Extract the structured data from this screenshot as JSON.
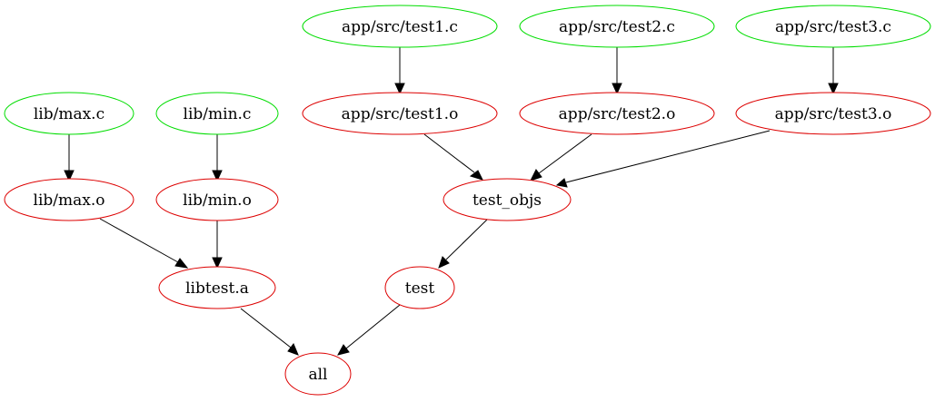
{
  "graph": {
    "colors": {
      "source": "#00dd00",
      "target": "#dd0000",
      "edge": "#000000"
    },
    "nodes": [
      {
        "id": "app_src_test1_c",
        "label": "app/src/test1.c",
        "kind": "source"
      },
      {
        "id": "app_src_test2_c",
        "label": "app/src/test2.c",
        "kind": "source"
      },
      {
        "id": "app_src_test3_c",
        "label": "app/src/test3.c",
        "kind": "source"
      },
      {
        "id": "lib_max_c",
        "label": "lib/max.c",
        "kind": "source"
      },
      {
        "id": "lib_min_c",
        "label": "lib/min.c",
        "kind": "source"
      },
      {
        "id": "app_src_test1_o",
        "label": "app/src/test1.o",
        "kind": "target"
      },
      {
        "id": "app_src_test2_o",
        "label": "app/src/test2.o",
        "kind": "target"
      },
      {
        "id": "app_src_test3_o",
        "label": "app/src/test3.o",
        "kind": "target"
      },
      {
        "id": "lib_max_o",
        "label": "lib/max.o",
        "kind": "target"
      },
      {
        "id": "lib_min_o",
        "label": "lib/min.o",
        "kind": "target"
      },
      {
        "id": "test_objs",
        "label": "test_objs",
        "kind": "target"
      },
      {
        "id": "libtest_a",
        "label": "libtest.a",
        "kind": "target"
      },
      {
        "id": "test",
        "label": "test",
        "kind": "target"
      },
      {
        "id": "all",
        "label": "all",
        "kind": "target"
      }
    ],
    "edges": [
      {
        "from": "app_src_test1_c",
        "to": "app_src_test1_o"
      },
      {
        "from": "app_src_test2_c",
        "to": "app_src_test2_o"
      },
      {
        "from": "app_src_test3_c",
        "to": "app_src_test3_o"
      },
      {
        "from": "lib_max_c",
        "to": "lib_max_o"
      },
      {
        "from": "lib_min_c",
        "to": "lib_min_o"
      },
      {
        "from": "app_src_test1_o",
        "to": "test_objs"
      },
      {
        "from": "app_src_test2_o",
        "to": "test_objs"
      },
      {
        "from": "app_src_test3_o",
        "to": "test_objs"
      },
      {
        "from": "lib_max_o",
        "to": "libtest_a"
      },
      {
        "from": "lib_min_o",
        "to": "libtest_a"
      },
      {
        "from": "test_objs",
        "to": "test"
      },
      {
        "from": "libtest_a",
        "to": "all"
      },
      {
        "from": "test",
        "to": "all"
      }
    ]
  }
}
